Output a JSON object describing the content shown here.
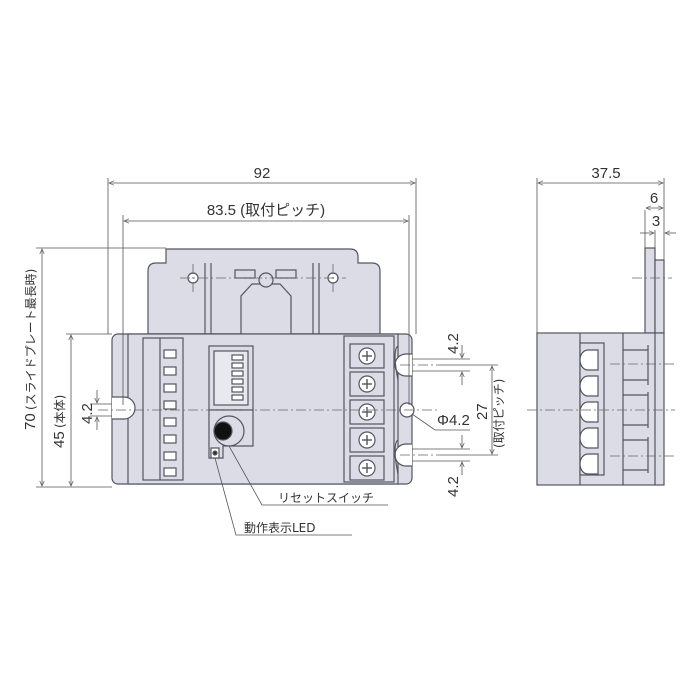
{
  "colors": {
    "body_fill": "#dcdce6",
    "line": "#555560",
    "dim": "#555555",
    "led": "#111111"
  },
  "front_view": {
    "dimensions": {
      "overall_width": "92",
      "mounting_pitch_h": "83.5 (取付ピッチ)",
      "overall_height": "70",
      "overall_height_note": "(スライドプレート最長時)",
      "body_height": "45",
      "body_height_note": "(本体)",
      "slot_left": "4.2",
      "slot_top": "4.2",
      "slot_bottom": "4.2",
      "hole_dia": "Φ4.2",
      "mounting_pitch_v": "27",
      "mounting_pitch_v_note": "(取付ピッチ)"
    },
    "callouts": {
      "reset_switch": "リセットスイッチ",
      "operation_led": "動作表示LED"
    }
  },
  "side_view": {
    "dimensions": {
      "depth": "37.5",
      "plate_a": "6",
      "plate_b": "3"
    }
  }
}
